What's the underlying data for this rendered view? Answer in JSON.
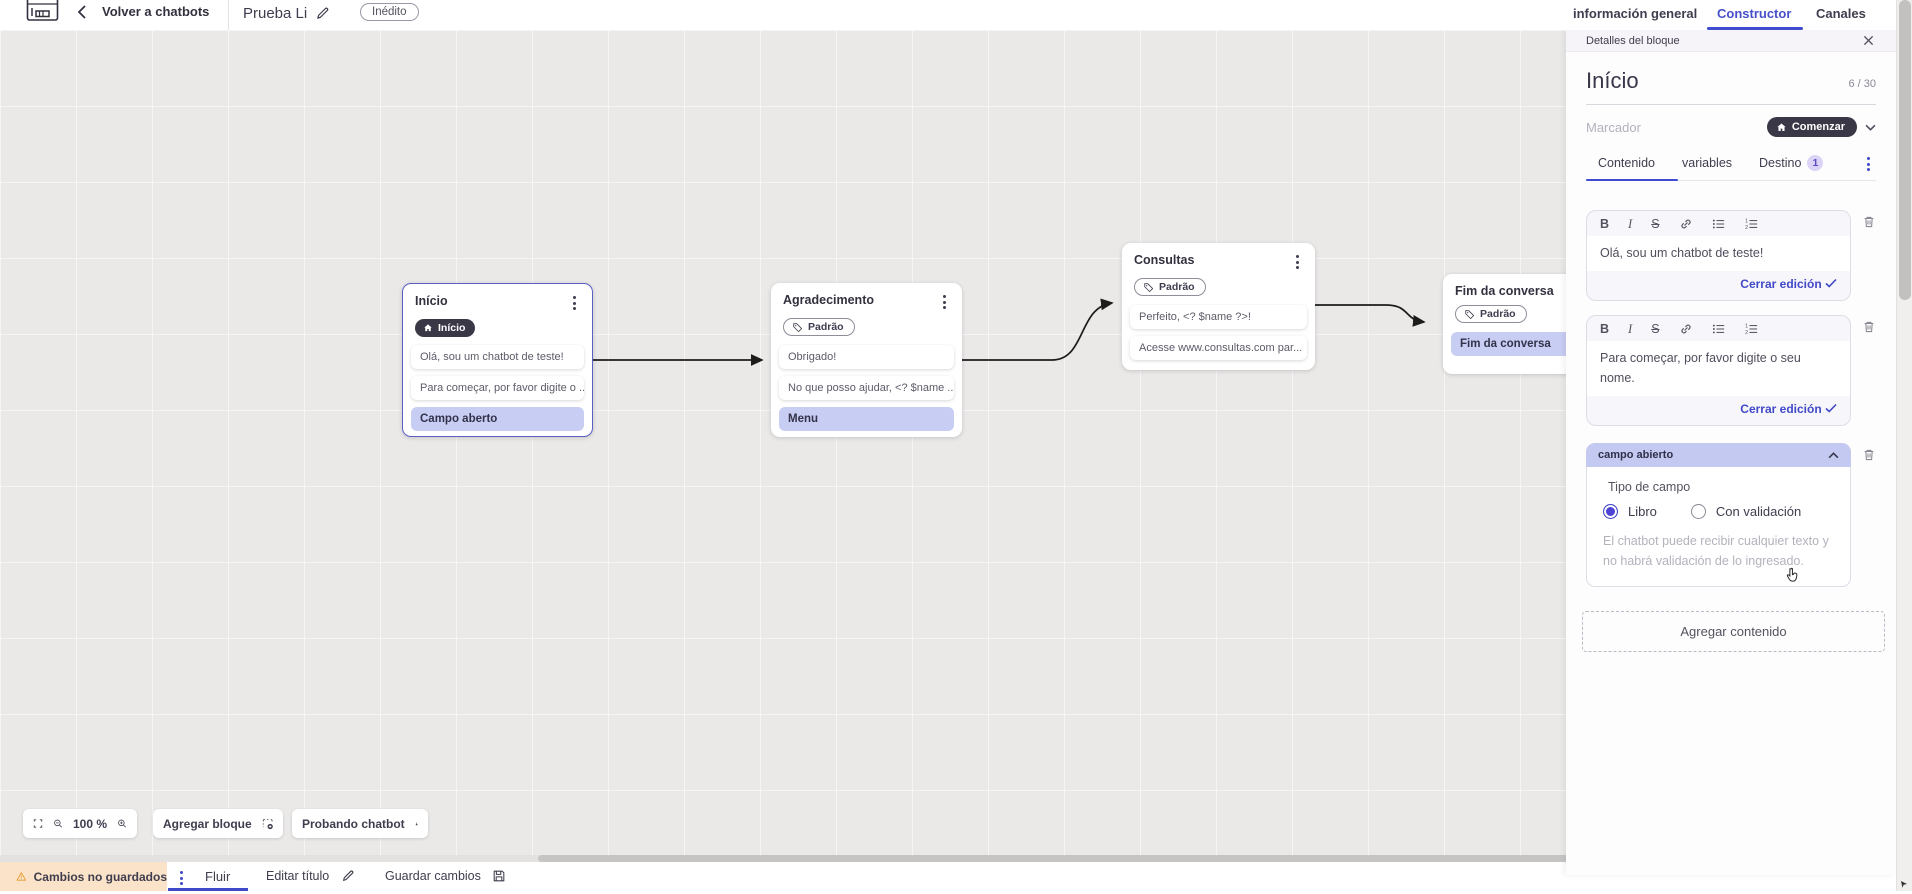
{
  "topbar": {
    "back_label": "Volver a chatbots",
    "title": "Prueba Li",
    "status_badge": "Inédito",
    "tabs": {
      "general": "información general",
      "constructor": "Constructor",
      "channels": "Canales"
    }
  },
  "canvas": {
    "nodes": [
      {
        "title": "Início",
        "badge": "Início",
        "items": [
          {
            "text": "Olá, sou um chatbot de teste!"
          },
          {
            "text": "Para começar, por favor digite o ..."
          },
          {
            "text": "Campo aberto"
          }
        ]
      },
      {
        "title": "Agradecimento",
        "badge": "Padrão",
        "items": [
          {
            "text": "Obrigado!"
          },
          {
            "text": "No que posso ajudar, <? $name ..."
          },
          {
            "text": "Menu"
          }
        ]
      },
      {
        "title": "Consultas",
        "badge": "Padrão",
        "items": [
          {
            "text": "Perfeito, <? $name ?>!"
          },
          {
            "text": "Acesse www.consultas.com par..."
          }
        ]
      },
      {
        "title": "Fim da conversa",
        "badge": "Padrão",
        "items": [
          {
            "text": "Fim da conversa"
          }
        ]
      }
    ],
    "controls": {
      "zoom_level": "100 %",
      "add_block_label": "Agregar bloque",
      "test_label": "Probando chatbot"
    }
  },
  "panel": {
    "header_title": "Detalles del bloque",
    "block_name": "Início",
    "char_counter": "6 / 30",
    "marker_label": "Marcador",
    "marker_value": "Comenzar",
    "tabs": {
      "content": "Contenido",
      "variables": "variables",
      "destination": "Destino",
      "destination_badge": "1"
    },
    "editors": [
      {
        "text": "Olá, sou um chatbot de teste!",
        "close_label": "Cerrar edición"
      },
      {
        "text": "Para começar, por favor digite o seu nome.",
        "close_label": "Cerrar edición"
      }
    ],
    "field_section": {
      "title": "campo abierto",
      "type_label": "Tipo de campo",
      "options": [
        {
          "label": "Libro"
        },
        {
          "label": "Con validación"
        }
      ],
      "helper_text": "El chatbot puede recibir cualquier texto y no habrá validación de lo ingresado."
    },
    "add_content_label": "Agregar contenido"
  },
  "bottombar": {
    "warning": "Cambios no guardados",
    "flow_tab": "Fluir",
    "edit_title_label": "Editar título",
    "save_label": "Guardar cambios"
  }
}
